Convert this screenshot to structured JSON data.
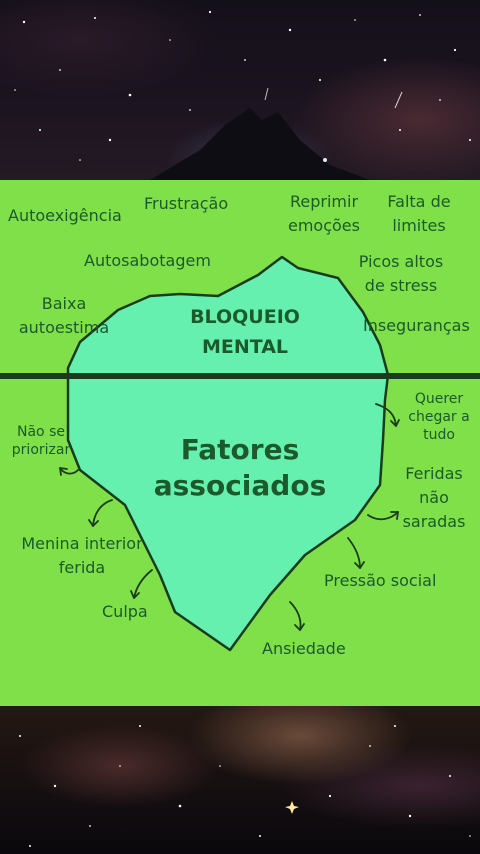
{
  "iceberg": {
    "above_title_line1": "BLOQUEIO",
    "above_title_line2": "MENTAL",
    "below_title_line1": "Fatores",
    "below_title_line2": "associados"
  },
  "above_labels": {
    "autoexigencia": "Autoexigência",
    "frustracao": "Frustração",
    "reprimir_1": "Reprimir",
    "reprimir_2": "emoções",
    "falta_1": "Falta de",
    "falta_2": "limites",
    "autosabotagem": "Autosabotagem",
    "picos_1": "Picos altos",
    "picos_2": "de stress",
    "baixa_1": "Baixa",
    "baixa_2": "autoestima",
    "insegurancas": "Inseguranças"
  },
  "below_labels": {
    "nao_se_1": "Não se",
    "nao_se_2": "priorizar",
    "querer_1": "Querer",
    "querer_2": "chegar a",
    "querer_3": "tudo",
    "feridas_1": "Feridas",
    "feridas_2": "não",
    "feridas_3": "saradas",
    "menina_1": "Menina interior",
    "menina_2": "ferida",
    "pressao": "Pressão social",
    "culpa": "Culpa",
    "ansiedade": "Ansiedade"
  },
  "colors": {
    "background_green": "#7fe04a",
    "iceberg_fill": "#66f0b0",
    "text_green": "#1c5a2c",
    "waterline": "#1b3c1c"
  }
}
